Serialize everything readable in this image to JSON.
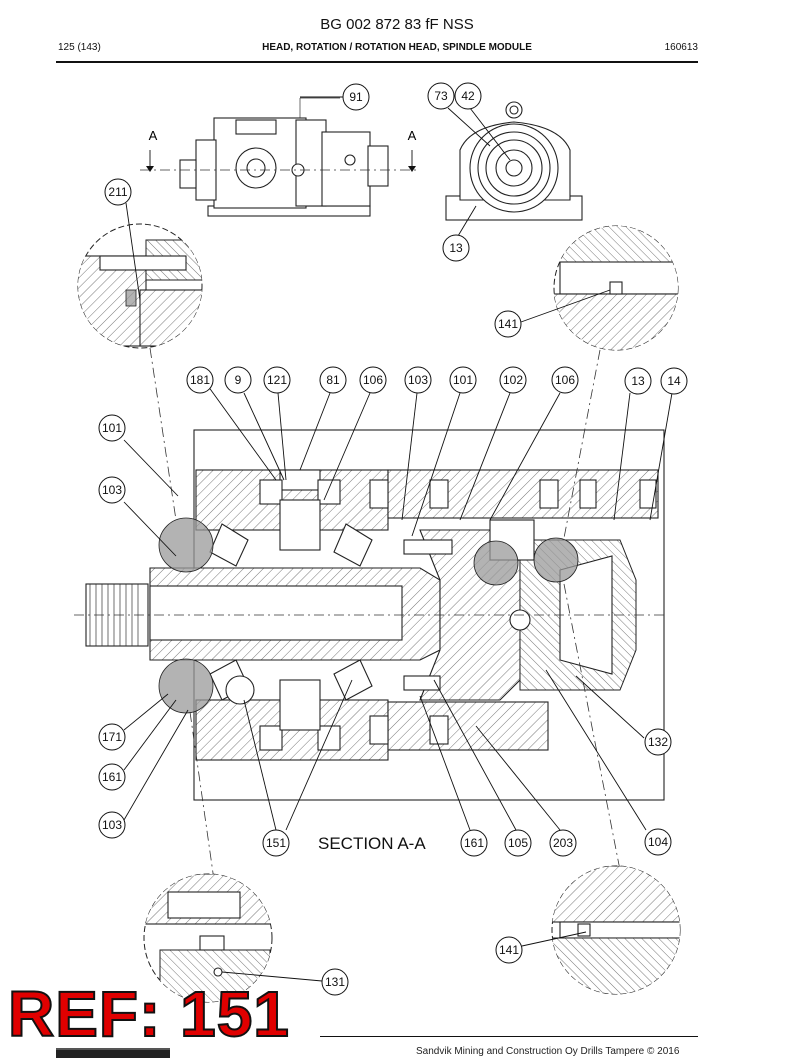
{
  "document": {
    "title": "BG 002 872 83 fF NSS",
    "page": "125 (143)",
    "heading": "HEAD, ROTATION / ROTATION HEAD, SPINDLE MODULE",
    "code": "160613",
    "section_label": "SECTION A-A",
    "section_marks": [
      "A",
      "A"
    ],
    "ref_label": "REF: 151",
    "footer": "Sandvik Mining and Construction Oy Drills Tampere © 2016"
  },
  "callouts": [
    {
      "id": "c91",
      "label": "91"
    },
    {
      "id": "c73",
      "label": "73"
    },
    {
      "id": "c42",
      "label": "42"
    },
    {
      "id": "c211",
      "label": "211"
    },
    {
      "id": "c13a",
      "label": "13"
    },
    {
      "id": "c141a",
      "label": "141"
    },
    {
      "id": "c181",
      "label": "181"
    },
    {
      "id": "c9",
      "label": "9"
    },
    {
      "id": "c121",
      "label": "121"
    },
    {
      "id": "c81",
      "label": "81"
    },
    {
      "id": "c106a",
      "label": "106"
    },
    {
      "id": "c103a",
      "label": "103"
    },
    {
      "id": "c101a",
      "label": "101"
    },
    {
      "id": "c102",
      "label": "102"
    },
    {
      "id": "c106b",
      "label": "106"
    },
    {
      "id": "c13b",
      "label": "13"
    },
    {
      "id": "c14",
      "label": "14"
    },
    {
      "id": "c101b",
      "label": "101"
    },
    {
      "id": "c103b",
      "label": "103"
    },
    {
      "id": "c171",
      "label": "171"
    },
    {
      "id": "c161a",
      "label": "161"
    },
    {
      "id": "c132",
      "label": "132"
    },
    {
      "id": "c103c",
      "label": "103"
    },
    {
      "id": "c151",
      "label": "151"
    },
    {
      "id": "c161b",
      "label": "161"
    },
    {
      "id": "c105",
      "label": "105"
    },
    {
      "id": "c203",
      "label": "203"
    },
    {
      "id": "c104",
      "label": "104"
    },
    {
      "id": "c141b",
      "label": "141"
    },
    {
      "id": "c131",
      "label": "131"
    }
  ]
}
